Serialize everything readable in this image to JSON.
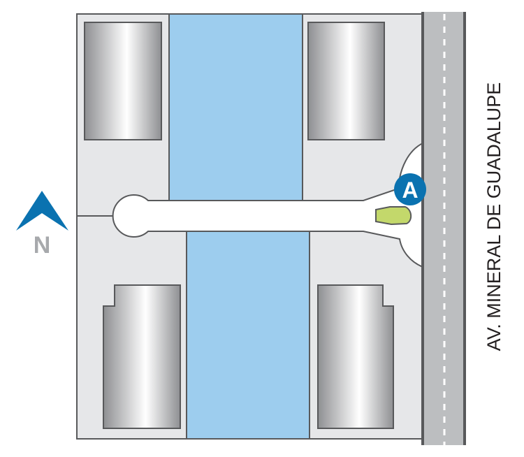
{
  "map": {
    "street_name": "AV. MINERAL DE GUADALUPE",
    "marker_label": "A",
    "north_label": "N",
    "colors": {
      "lot": "#e6e7e9",
      "outline": "#58595b",
      "water": "#9dcdee",
      "road": "#bcbec0",
      "marker": "#0a72b0",
      "highlight": "#c3d86b",
      "north_arrow": "#0a72b0",
      "north_letter": "#a7a9ac"
    }
  }
}
